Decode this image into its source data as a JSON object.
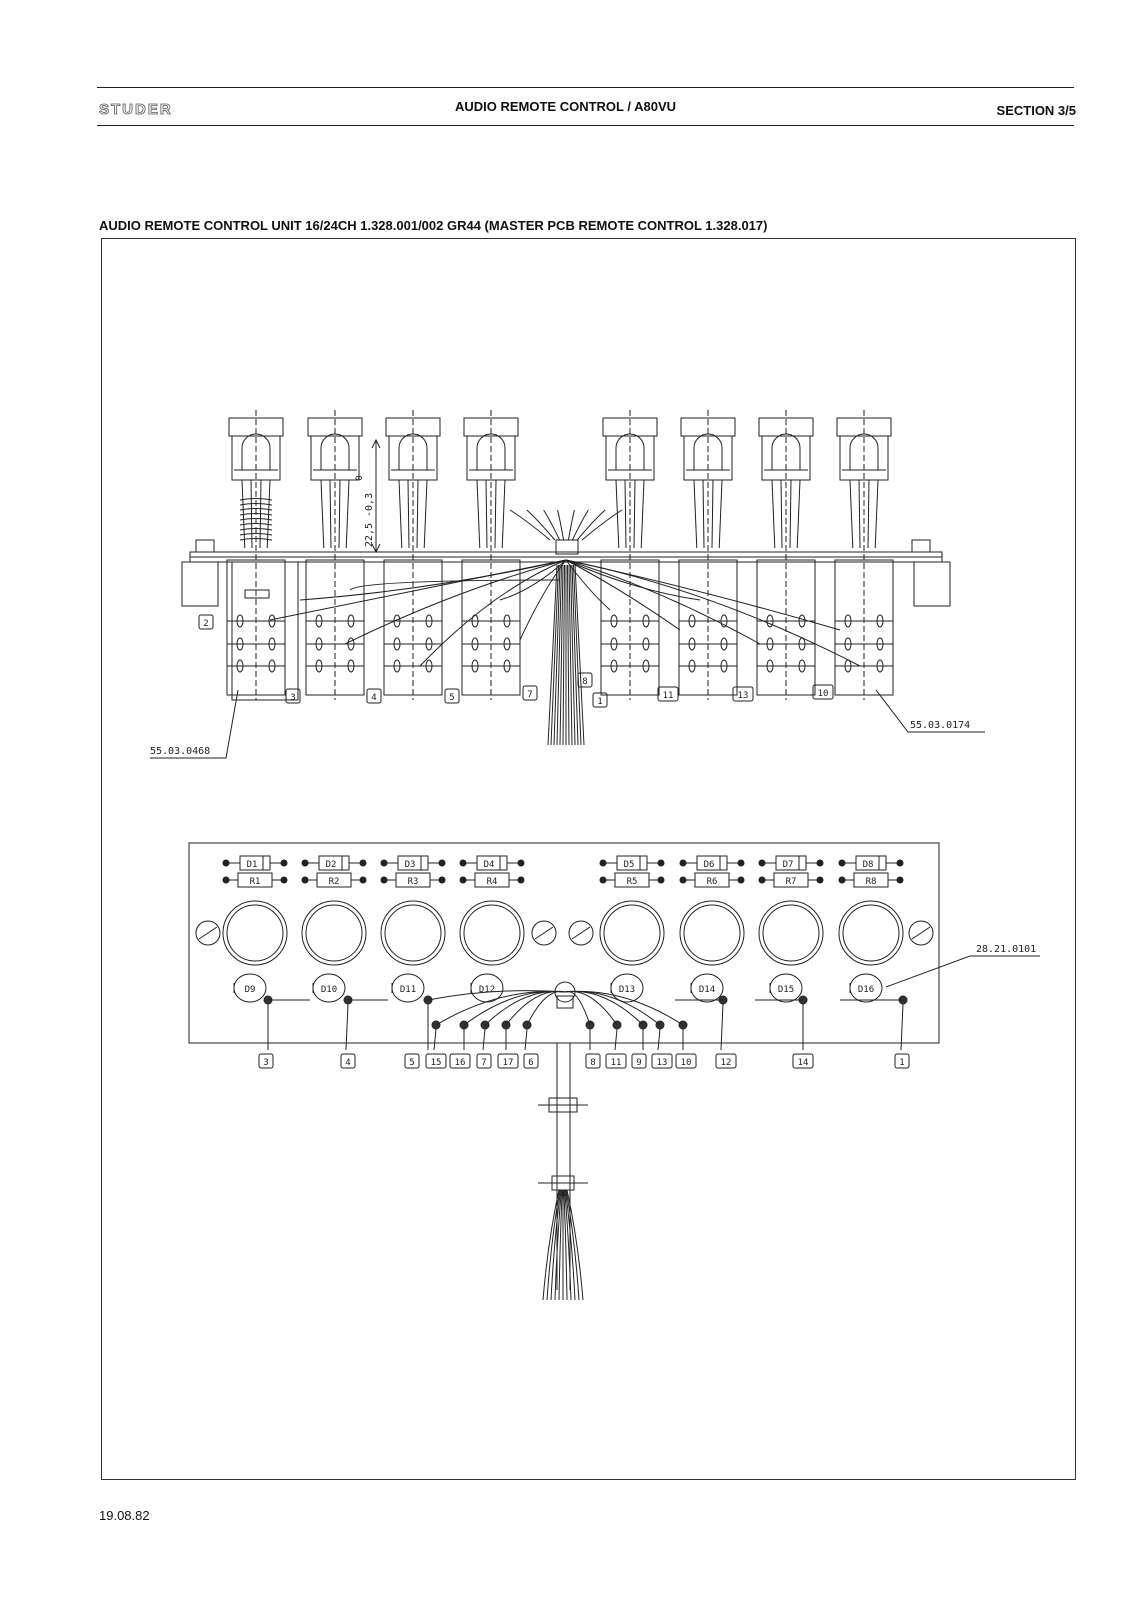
{
  "header": {
    "brand": "STUDER",
    "title": "AUDIO REMOTE CONTROL / A80VU",
    "section": "SECTION  3/5"
  },
  "caption": "AUDIO REMOTE CONTROL UNIT  16/24CH   1.328.001/002  GR44 (MASTER PCB REMOTE CONTROL   1.328.017)",
  "footer": {
    "date": "19.08.82"
  },
  "side_view": {
    "dimension": "22,5 -0,3",
    "dimension_tol": "0",
    "part_left": "55.03.0468",
    "part_right": "55.03.0174",
    "wire_labels": [
      "2",
      "3",
      "4",
      "5",
      "7",
      "8",
      "1",
      "11",
      "13",
      "10"
    ]
  },
  "front_view": {
    "diodes_top": [
      "D1",
      "D2",
      "D3",
      "D4",
      "D5",
      "D6",
      "D7",
      "D8"
    ],
    "resistors_top": [
      "R1",
      "R2",
      "R3",
      "R4",
      "R5",
      "R6",
      "R7",
      "R8"
    ],
    "leds": [
      "D9",
      "D10",
      "D11",
      "D12",
      "D13",
      "D14",
      "D15",
      "D16"
    ],
    "part_led": "28.21.0101",
    "pin_labels": [
      "3",
      "4",
      "5",
      "15",
      "16",
      "7",
      "17",
      "6",
      "8",
      "11",
      "9",
      "13",
      "10",
      "12",
      "14",
      "1"
    ]
  }
}
